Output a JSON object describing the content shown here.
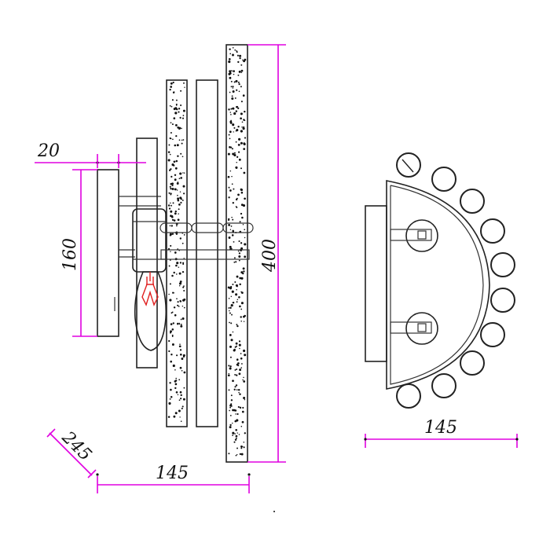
{
  "colors": {
    "outline": "#222222",
    "dimension": "#e000e0",
    "bulb_filament": "#e02020",
    "background": "#ffffff"
  },
  "dimensions": {
    "top_offset": "20",
    "backplate_height": "160",
    "overall_height": "400",
    "depth": "245",
    "side_width": "145",
    "front_width": "145"
  },
  "views": [
    "side-view",
    "front-view"
  ]
}
